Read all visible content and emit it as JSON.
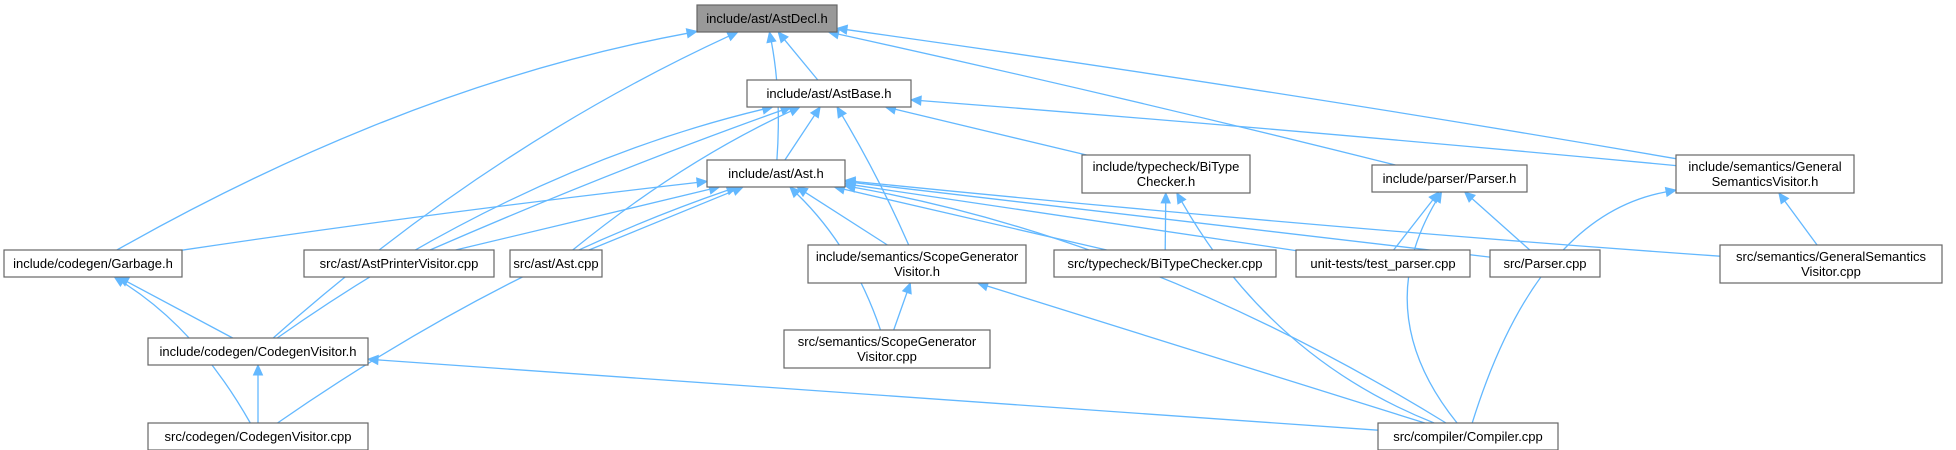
{
  "nodes": [
    {
      "id": "astdecl",
      "label": [
        "include/ast/AstDecl.h"
      ],
      "root": true
    },
    {
      "id": "astbase",
      "label": [
        "include/ast/AstBase.h"
      ]
    },
    {
      "id": "ast",
      "label": [
        "include/ast/Ast.h"
      ]
    },
    {
      "id": "bitypeh",
      "label": [
        "include/typecheck/BiType",
        "Checker.h"
      ]
    },
    {
      "id": "parserh",
      "label": [
        "include/parser/Parser.h"
      ]
    },
    {
      "id": "gensemh",
      "label": [
        "include/semantics/General",
        "SemanticsVisitor.h"
      ]
    },
    {
      "id": "garbage",
      "label": [
        "include/codegen/Garbage.h"
      ]
    },
    {
      "id": "astprinter",
      "label": [
        "src/ast/AstPrinterVisitor.cpp"
      ]
    },
    {
      "id": "astcpp",
      "label": [
        "src/ast/Ast.cpp"
      ]
    },
    {
      "id": "scopeh",
      "label": [
        "include/semantics/ScopeGenerator",
        "Visitor.h"
      ]
    },
    {
      "id": "bitypecpp",
      "label": [
        "src/typecheck/BiTypeChecker.cpp"
      ]
    },
    {
      "id": "testparser",
      "label": [
        "unit-tests/test_parser.cpp"
      ]
    },
    {
      "id": "parsercpp",
      "label": [
        "src/Parser.cpp"
      ]
    },
    {
      "id": "gensemcpp",
      "label": [
        "src/semantics/GeneralSemantics",
        "Visitor.cpp"
      ]
    },
    {
      "id": "codegenh",
      "label": [
        "include/codegen/CodegenVisitor.h"
      ]
    },
    {
      "id": "scopecpp",
      "label": [
        "src/semantics/ScopeGenerator",
        "Visitor.cpp"
      ]
    },
    {
      "id": "codegencpp",
      "label": [
        "src/codegen/CodegenVisitor.cpp"
      ]
    },
    {
      "id": "compiler",
      "label": [
        "src/compiler/Compiler.cpp"
      ]
    }
  ],
  "edges": [
    {
      "from": "astbase",
      "to": "astdecl"
    },
    {
      "from": "ast",
      "to": "astdecl"
    },
    {
      "from": "parserh",
      "to": "astdecl"
    },
    {
      "from": "gensemh",
      "to": "astdecl"
    },
    {
      "from": "garbage",
      "to": "astdecl"
    },
    {
      "from": "codegenh",
      "to": "astdecl"
    },
    {
      "from": "ast",
      "to": "astbase"
    },
    {
      "from": "bitypeh",
      "to": "astbase"
    },
    {
      "from": "gensemh",
      "to": "astbase"
    },
    {
      "from": "astprinter",
      "to": "astbase"
    },
    {
      "from": "astcpp",
      "to": "astbase"
    },
    {
      "from": "scopeh",
      "to": "astbase"
    },
    {
      "from": "codegenh",
      "to": "astbase"
    },
    {
      "from": "garbage",
      "to": "ast"
    },
    {
      "from": "astprinter",
      "to": "ast"
    },
    {
      "from": "astcpp",
      "to": "ast"
    },
    {
      "from": "scopeh",
      "to": "ast"
    },
    {
      "from": "bitypecpp",
      "to": "ast"
    },
    {
      "from": "testparser",
      "to": "ast"
    },
    {
      "from": "parsercpp",
      "to": "ast"
    },
    {
      "from": "gensemcpp",
      "to": "ast"
    },
    {
      "from": "scopecpp",
      "to": "ast"
    },
    {
      "from": "codegencpp",
      "to": "ast"
    },
    {
      "from": "compiler",
      "to": "ast"
    },
    {
      "from": "bitypecpp",
      "to": "bitypeh"
    },
    {
      "from": "compiler",
      "to": "bitypeh"
    },
    {
      "from": "testparser",
      "to": "parserh"
    },
    {
      "from": "parsercpp",
      "to": "parserh"
    },
    {
      "from": "compiler",
      "to": "parserh"
    },
    {
      "from": "gensemcpp",
      "to": "gensemh"
    },
    {
      "from": "compiler",
      "to": "gensemh"
    },
    {
      "from": "codegenh",
      "to": "garbage"
    },
    {
      "from": "codegencpp",
      "to": "garbage"
    },
    {
      "from": "scopecpp",
      "to": "scopeh"
    },
    {
      "from": "compiler",
      "to": "scopeh"
    },
    {
      "from": "codegencpp",
      "to": "codegenh"
    },
    {
      "from": "compiler",
      "to": "codegenh"
    }
  ]
}
